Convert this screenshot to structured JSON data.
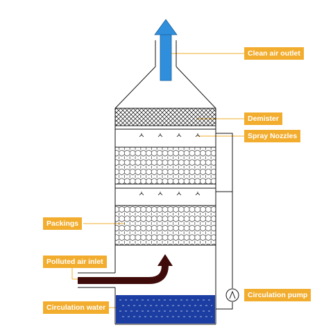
{
  "labels": {
    "clean_air_outlet": "Clean air outlet",
    "demister": "Demister",
    "spray_nozzles": "Spray Nozzles",
    "packings": "Packings",
    "polluted_air_inlet": "Polluted air inlet",
    "circulation_pump": "Circulation pump",
    "circulation_water": "Circulation water"
  },
  "colors": {
    "label_bg": "#f2ad2e",
    "label_text": "#ffffff",
    "leader_line": "#f2ad2e",
    "clean_air_arrow": "#2f8fdc",
    "polluted_air_arrow": "#3f0a0a",
    "water": "#1c3ea3",
    "outline": "#111111"
  },
  "icons": {
    "pump": "circulation-pump-icon",
    "nozzle": "spray-nozzle-icon"
  }
}
